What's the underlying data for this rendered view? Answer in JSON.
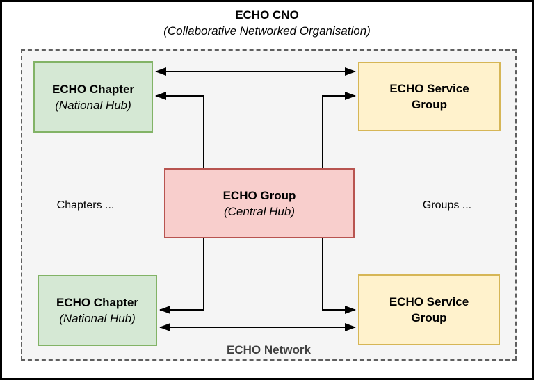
{
  "title": {
    "line1": "ECHO CNO",
    "line2": "(Collaborative Networked Organisation)"
  },
  "network": {
    "label": "ECHO Network"
  },
  "nodes": {
    "chapter_top": {
      "line1": "ECHO Chapter",
      "line2": "(National Hub)"
    },
    "service_top": {
      "line1": "ECHO Service",
      "line2": "Group"
    },
    "group_central": {
      "line1": "ECHO Group",
      "line2": "(Central Hub)"
    },
    "chapter_bottom": {
      "line1": "ECHO Chapter",
      "line2": "(National Hub)"
    },
    "service_bottom": {
      "line1": "ECHO Service",
      "line2": "Group"
    }
  },
  "side_labels": {
    "left": "Chapters ...",
    "right": "Groups ..."
  },
  "colors": {
    "chapter_fill": "#d5e8d4",
    "chapter_stroke": "#82b366",
    "service_fill": "#fff2cc",
    "service_stroke": "#d6b656",
    "group_fill": "#f8cecc",
    "group_stroke": "#b85450",
    "network_background": "#f5f5f5",
    "network_border": "#5f5f5f",
    "network_label_text": "#404040",
    "connector": "#000000",
    "outer_border": "#000000"
  }
}
